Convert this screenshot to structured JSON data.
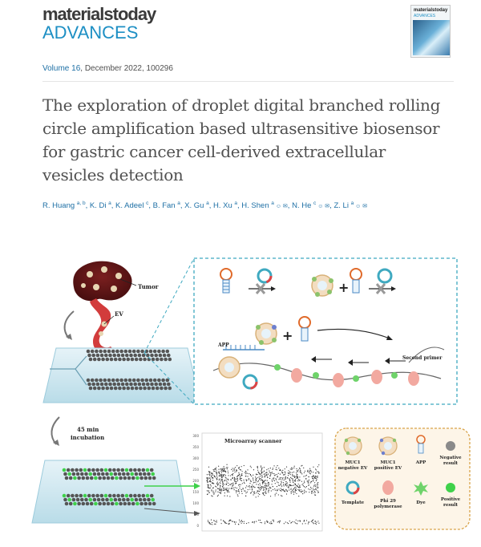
{
  "journal": {
    "logo_line1": "materialstoday",
    "logo_line2": "ADVANCES",
    "cover_title": "materialstoday",
    "cover_subtitle": "ADVANCES"
  },
  "citation": {
    "volume_link": "Volume 16",
    "rest": ", December 2022, 100296"
  },
  "article": {
    "title": "The exploration of droplet digital branched rolling circle amplification based ultrasensitive biosensor for gastric cancer cell-derived extracellular vesicles detection"
  },
  "authors": [
    {
      "name": "R. Huang",
      "aff": "a, b"
    },
    {
      "name": "K. Di",
      "aff": "a"
    },
    {
      "name": "K. Adeel",
      "aff": "c"
    },
    {
      "name": "B. Fan",
      "aff": "a"
    },
    {
      "name": "X. Gu",
      "aff": "a"
    },
    {
      "name": "H. Xu",
      "aff": "a"
    },
    {
      "name": "H. Shen",
      "aff": "a",
      "icons": [
        "person-icon",
        "mail-icon"
      ]
    },
    {
      "name": "N. He",
      "aff": "c",
      "icons": [
        "person-icon",
        "mail-icon"
      ]
    },
    {
      "name": "Z. Li",
      "aff": "a",
      "icons": [
        "person-icon",
        "mail-icon"
      ]
    }
  ],
  "graphic": {
    "tumor_label": "Tumor",
    "ev_label": "EV",
    "incubation_time": "45 min",
    "incubation_word": "incubation",
    "app_label": "APP",
    "second_primer_label": "Second primer",
    "scanner_title": "Microarray scanner",
    "y_ticks": [
      "300",
      "350",
      "300",
      "250",
      "200",
      "150",
      "100",
      "50",
      "0"
    ],
    "legend": {
      "muc1_negative": [
        "MUC1",
        "negative EV"
      ],
      "muc1_positive": [
        "MUC1",
        "positive EV"
      ],
      "app": "APP",
      "negative_result": [
        "Negative",
        "result"
      ],
      "template": "Template",
      "phi29": [
        "Phi 29",
        "polymerase"
      ],
      "dye": "Dye",
      "positive_result": [
        "Positive",
        "result"
      ]
    },
    "colors": {
      "accent_teal": "#3fa9c0",
      "tumor_red": "#c83a3a",
      "positive_green": "#3fd14a",
      "legend_border": "#d9a44a",
      "legend_bg": "#fdf5e8"
    }
  }
}
